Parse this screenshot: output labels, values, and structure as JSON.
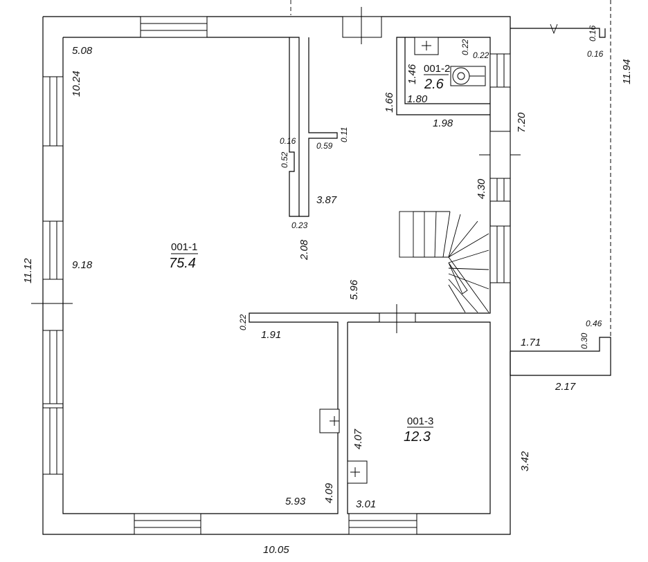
{
  "rooms": [
    {
      "id": "001-1",
      "area": "75.4"
    },
    {
      "id": "001-2",
      "area": "2.6"
    },
    {
      "id": "001-3",
      "area": "12.3"
    }
  ],
  "dims": {
    "d_5_08": "5.08",
    "d_10_24": "10.24",
    "d_9_18": "9.18",
    "d_11_12": "11.12",
    "d_10_05": "10.05",
    "d_5_93": "5.93",
    "d_4_09": "4.09",
    "d_3_01": "3.01",
    "d_4_07": "4.07",
    "d_1_91": "1.91",
    "d_0_22a": "0.22",
    "d_2_08": "2.08",
    "d_0_23": "0.23",
    "d_3_87": "3.87",
    "d_0_52": "0.52",
    "d_0_16a": "0.16",
    "d_0_59": "0.59",
    "d_0_11": "0.11",
    "d_5_96": "5.96",
    "d_4_30": "4.30",
    "d_1_98": "1.98",
    "d_1_66": "1.66",
    "d_1_46": "1.46",
    "d_1_80": "1.80",
    "d_0_22b": "0.22",
    "d_0_22c": "0.22",
    "d_7_20": "7.20",
    "d_11_94": "11.94",
    "d_0_16b": "0.16",
    "d_0_16c": "0.16",
    "d_0_46": "0.46",
    "d_0_30": "0.30",
    "d_1_71": "1.71",
    "d_2_17": "2.17",
    "d_3_42": "3.42"
  },
  "icons": [
    "window-icon",
    "door-icon",
    "stair-icon",
    "toilet-icon",
    "sink-icon",
    "vent-icon"
  ]
}
